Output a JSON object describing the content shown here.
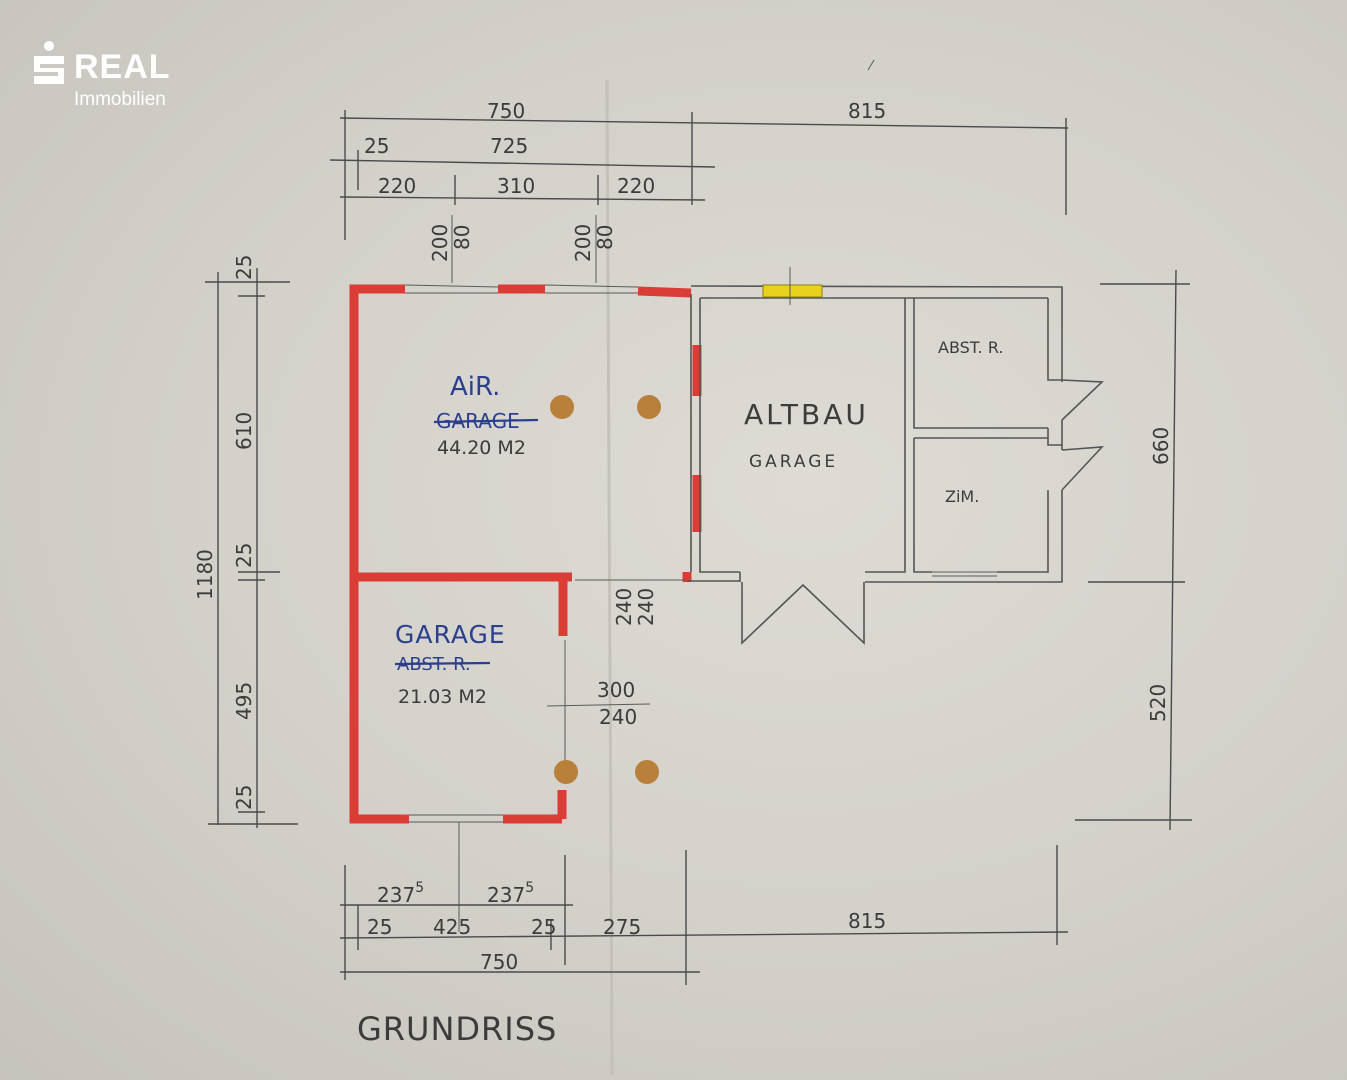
{
  "logo": {
    "word": "REAL",
    "sub": "Immobilien"
  },
  "title": "GRUNDRISS",
  "rooms": {
    "air_label": "AiR.",
    "air_struck": "GARAGE",
    "air_area": "44.20 M2",
    "altbau_title": "ALTBAU",
    "altbau_sub": "GARAGE",
    "abst": "ABST. R.",
    "zim": "ZiM.",
    "garage_label": "GARAGE",
    "garage_struck": "ABST. R.",
    "garage_area": "21.03 M2"
  },
  "dims_top": {
    "d750": "750",
    "d815": "815",
    "d25": "25",
    "d725": "725",
    "d220a": "220",
    "d310": "310",
    "d220b": "220",
    "w1_200": "200",
    "w1_80": "80",
    "w2_200": "200",
    "w2_80": "80"
  },
  "dims_left": {
    "d25a": "25",
    "d610": "610",
    "d1180": "1180",
    "d25b": "25",
    "d495": "495",
    "d25c": "25"
  },
  "dims_right": {
    "d660": "660",
    "d520": "520"
  },
  "dims_mid": {
    "d240a": "240",
    "d240b": "240",
    "d300": "300",
    "d240c": "240"
  },
  "dims_bottom": {
    "d2375a": "237",
    "d2375a_sup": "5",
    "d2375b": "237",
    "d2375b_sup": "5",
    "d25a": "25",
    "d425": "425",
    "d25b": "25",
    "d275": "275",
    "d815": "815",
    "d750": "750"
  },
  "colors": {
    "red_wall": "#d93d35",
    "yellow_mark": "#e8d21e",
    "pillar": "#b8803a",
    "ink_blue": "#2a3f8e"
  }
}
